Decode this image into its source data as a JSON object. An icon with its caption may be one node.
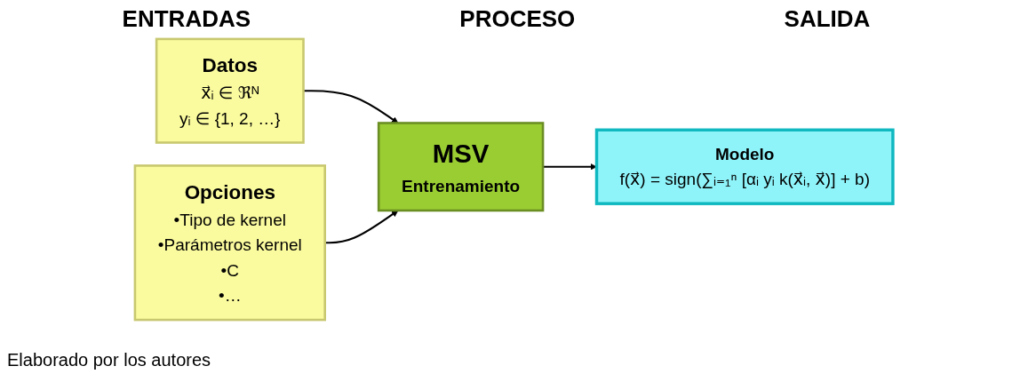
{
  "diagram": {
    "caption": "Elaborado por los autores",
    "nodes": [
      {
        "text": [
          "Datos",
          "x⃗ᵢ ∈ ℜᴺ",
          "yᵢ ∈ {1, 2, …}"
        ]
      },
      {
        "text": [
          "Opciones",
          "•Tipo de kernel",
          "•Parámetros kernel",
          "•C",
          "•…"
        ]
      },
      {
        "text": [
          "MSV",
          "Entrenamiento"
        ]
      },
      {
        "text": [
          "Modelo",
          "f(x⃗) = sign(∑ᵢ₌₁ⁿ [αᵢ yᵢ k(x⃗ᵢ, x⃗)] + b)"
        ]
      }
    ],
    "edges": [
      {
        "from": 0,
        "to": 2,
        "arrow": "to"
      },
      {
        "from": 1,
        "to": 2,
        "arrow": "to"
      },
      {
        "from": 2,
        "to": 3,
        "arrow": "to"
      }
    ],
    "labels": [
      "ENTRADAS",
      "PROCESO",
      "SALIDA"
    ]
  }
}
